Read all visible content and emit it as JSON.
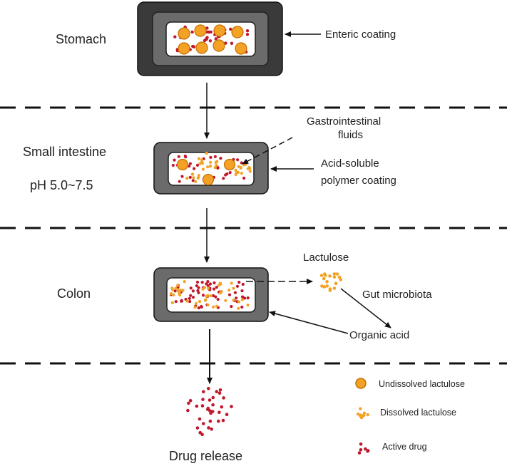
{
  "stages": {
    "stomach": "Stomach",
    "small_intestine": "Small intestine",
    "ph": "pH 5.0~7.5",
    "colon": "Colon",
    "release": "Drug release"
  },
  "annotations": {
    "enteric_coating": "Enteric coating",
    "gi_fluids_line1": "Gastrointestinal",
    "gi_fluids_line2": "fluids",
    "acid_soluble_line1": "Acid-soluble",
    "acid_soluble_line2": "polymer coating",
    "lactulose": "Lactulose",
    "gut_microbiota": "Gut microbiota",
    "organic_acid": "Organic acid"
  },
  "legend": {
    "undissolved": "Undissolved lactulose",
    "dissolved": "Dissolved lactulose",
    "active": "Active drug"
  },
  "colors": {
    "outer_capsule": "#3a3a3a",
    "inner_coating": "#6b6b6b",
    "lactulose": "#f3a226",
    "lactulose_stroke": "#c46e00",
    "drug": "#c0182b"
  }
}
